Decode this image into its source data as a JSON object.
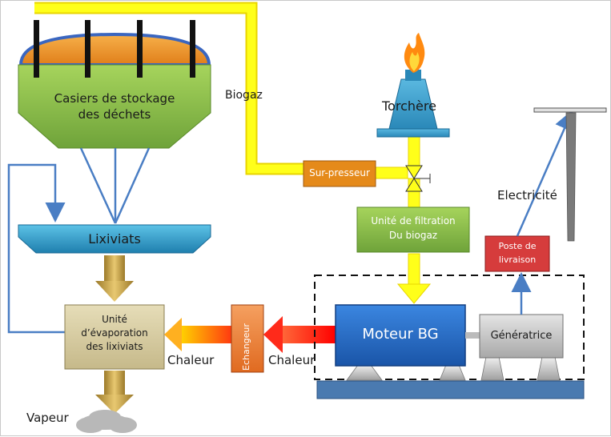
{
  "labels": {
    "casiers_line1": "Casiers de stockage",
    "casiers_line2": "des déchets",
    "biogaz": "Biogaz",
    "torchere": "Torchère",
    "surpresseur": "Sur-presseur",
    "filtration_line1": "Unité de filtration",
    "filtration_line2": "Du biogaz",
    "electricite": "Electricité",
    "poste_line1": "Poste de",
    "poste_line2": "livraison",
    "lixiviats": "Lixiviats",
    "evap_line1": "Unité",
    "evap_line2": "d’évaporation",
    "evap_line3": "des lixiviats",
    "echangeur": "Echangeur",
    "moteur": "Moteur BG",
    "generatrice": "Génératrice",
    "chaleur_left": "Chaleur",
    "chaleur_right": "Chaleur",
    "vapeur": "Vapeur"
  },
  "colors": {
    "biogas_pipe": "#ffff00",
    "storage": "#92c94a",
    "waste": "#f39a2b",
    "leachate": "#3aa8d0",
    "evaporation": "#d9cfa8",
    "exchanger": "#f28c40",
    "motor": "#2c6fcf",
    "generator": "#c8c8c8",
    "substation": "#d63c3c",
    "filtration": "#92c94a",
    "flow_lines": "#4a7ec4",
    "pylon": "#9a9a9a"
  }
}
